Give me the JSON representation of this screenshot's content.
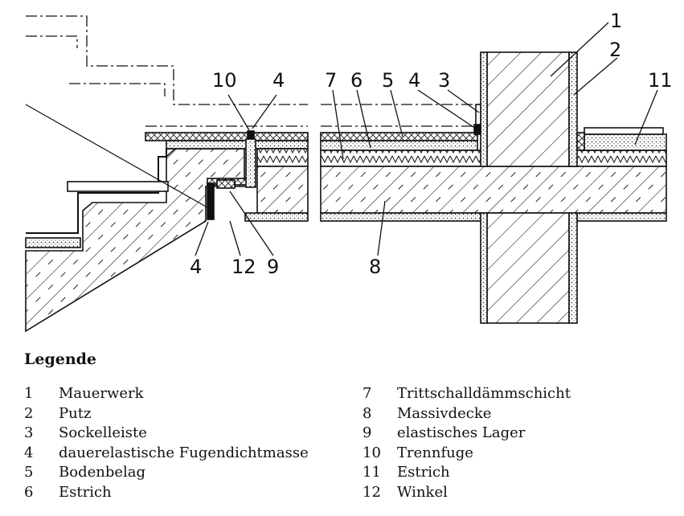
{
  "callouts": [
    "1",
    "2",
    "3",
    "4",
    "5",
    "6",
    "7",
    "8",
    "9",
    "10",
    "11",
    "12",
    "4",
    "4"
  ],
  "legend": {
    "title": "Legende",
    "left": [
      {
        "num": "1",
        "text": "Mauerwerk"
      },
      {
        "num": "2",
        "text": "Putz"
      },
      {
        "num": "3",
        "text": "Sockelleiste"
      },
      {
        "num": "4",
        "text": "dauerelastische Fugendichtmasse"
      },
      {
        "num": "5",
        "text": "Bodenbelag"
      },
      {
        "num": "6",
        "text": "Estrich"
      }
    ],
    "right": [
      {
        "num": "7",
        "text": "Trittschalldämmschicht"
      },
      {
        "num": "8",
        "text": "Massivdecke"
      },
      {
        "num": "9",
        "text": "elastisches Lager"
      },
      {
        "num": "10",
        "text": "Trennfuge"
      },
      {
        "num": "11",
        "text": "Estrich"
      },
      {
        "num": "12",
        "text": "Winkel"
      }
    ]
  }
}
